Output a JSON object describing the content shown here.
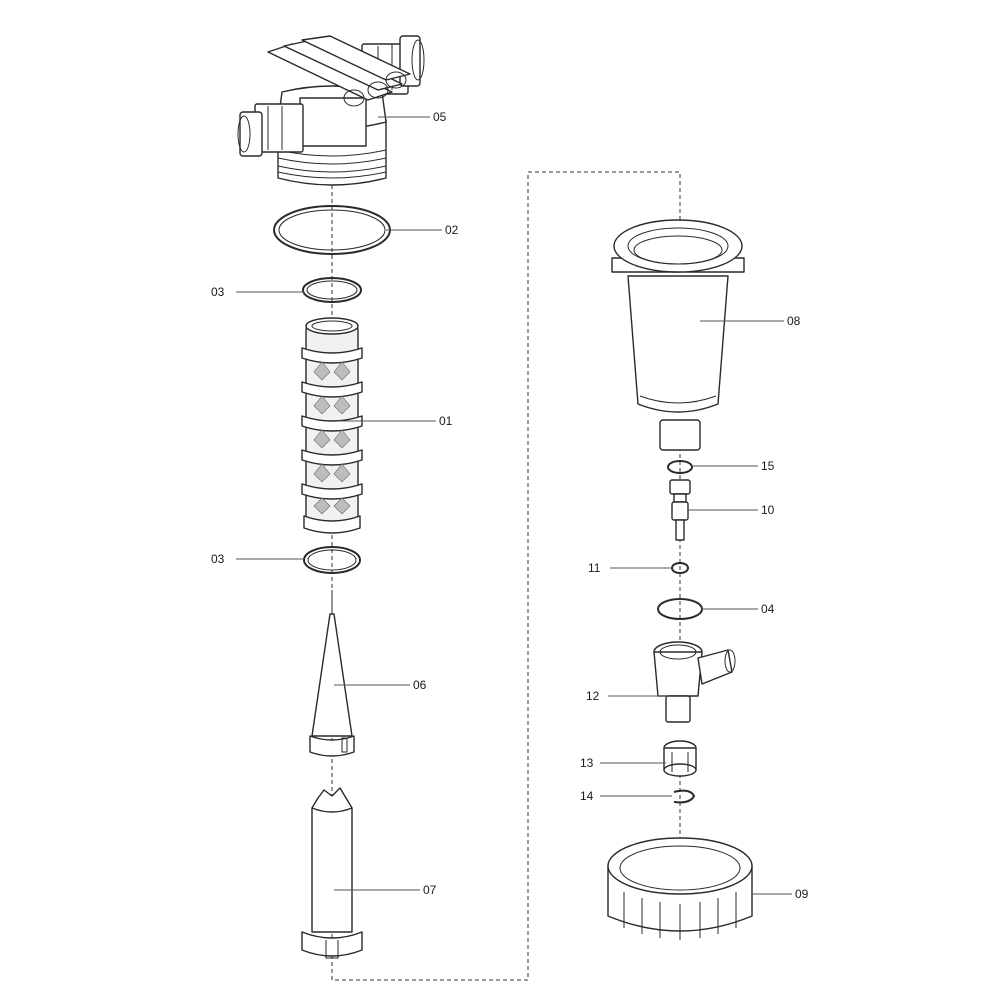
{
  "colors": {
    "line": "#2a2a2a",
    "background": "#ffffff",
    "mesh": "#bdbdbd"
  },
  "callouts": {
    "c01": "01",
    "c02": "02",
    "c03a": "03",
    "c03b": "03",
    "c04": "04",
    "c05": "05",
    "c06": "06",
    "c07": "07",
    "c08": "08",
    "c09": "09",
    "c10": "10",
    "c11": "11",
    "c12": "12",
    "c13": "13",
    "c14": "14",
    "c15": "15"
  }
}
